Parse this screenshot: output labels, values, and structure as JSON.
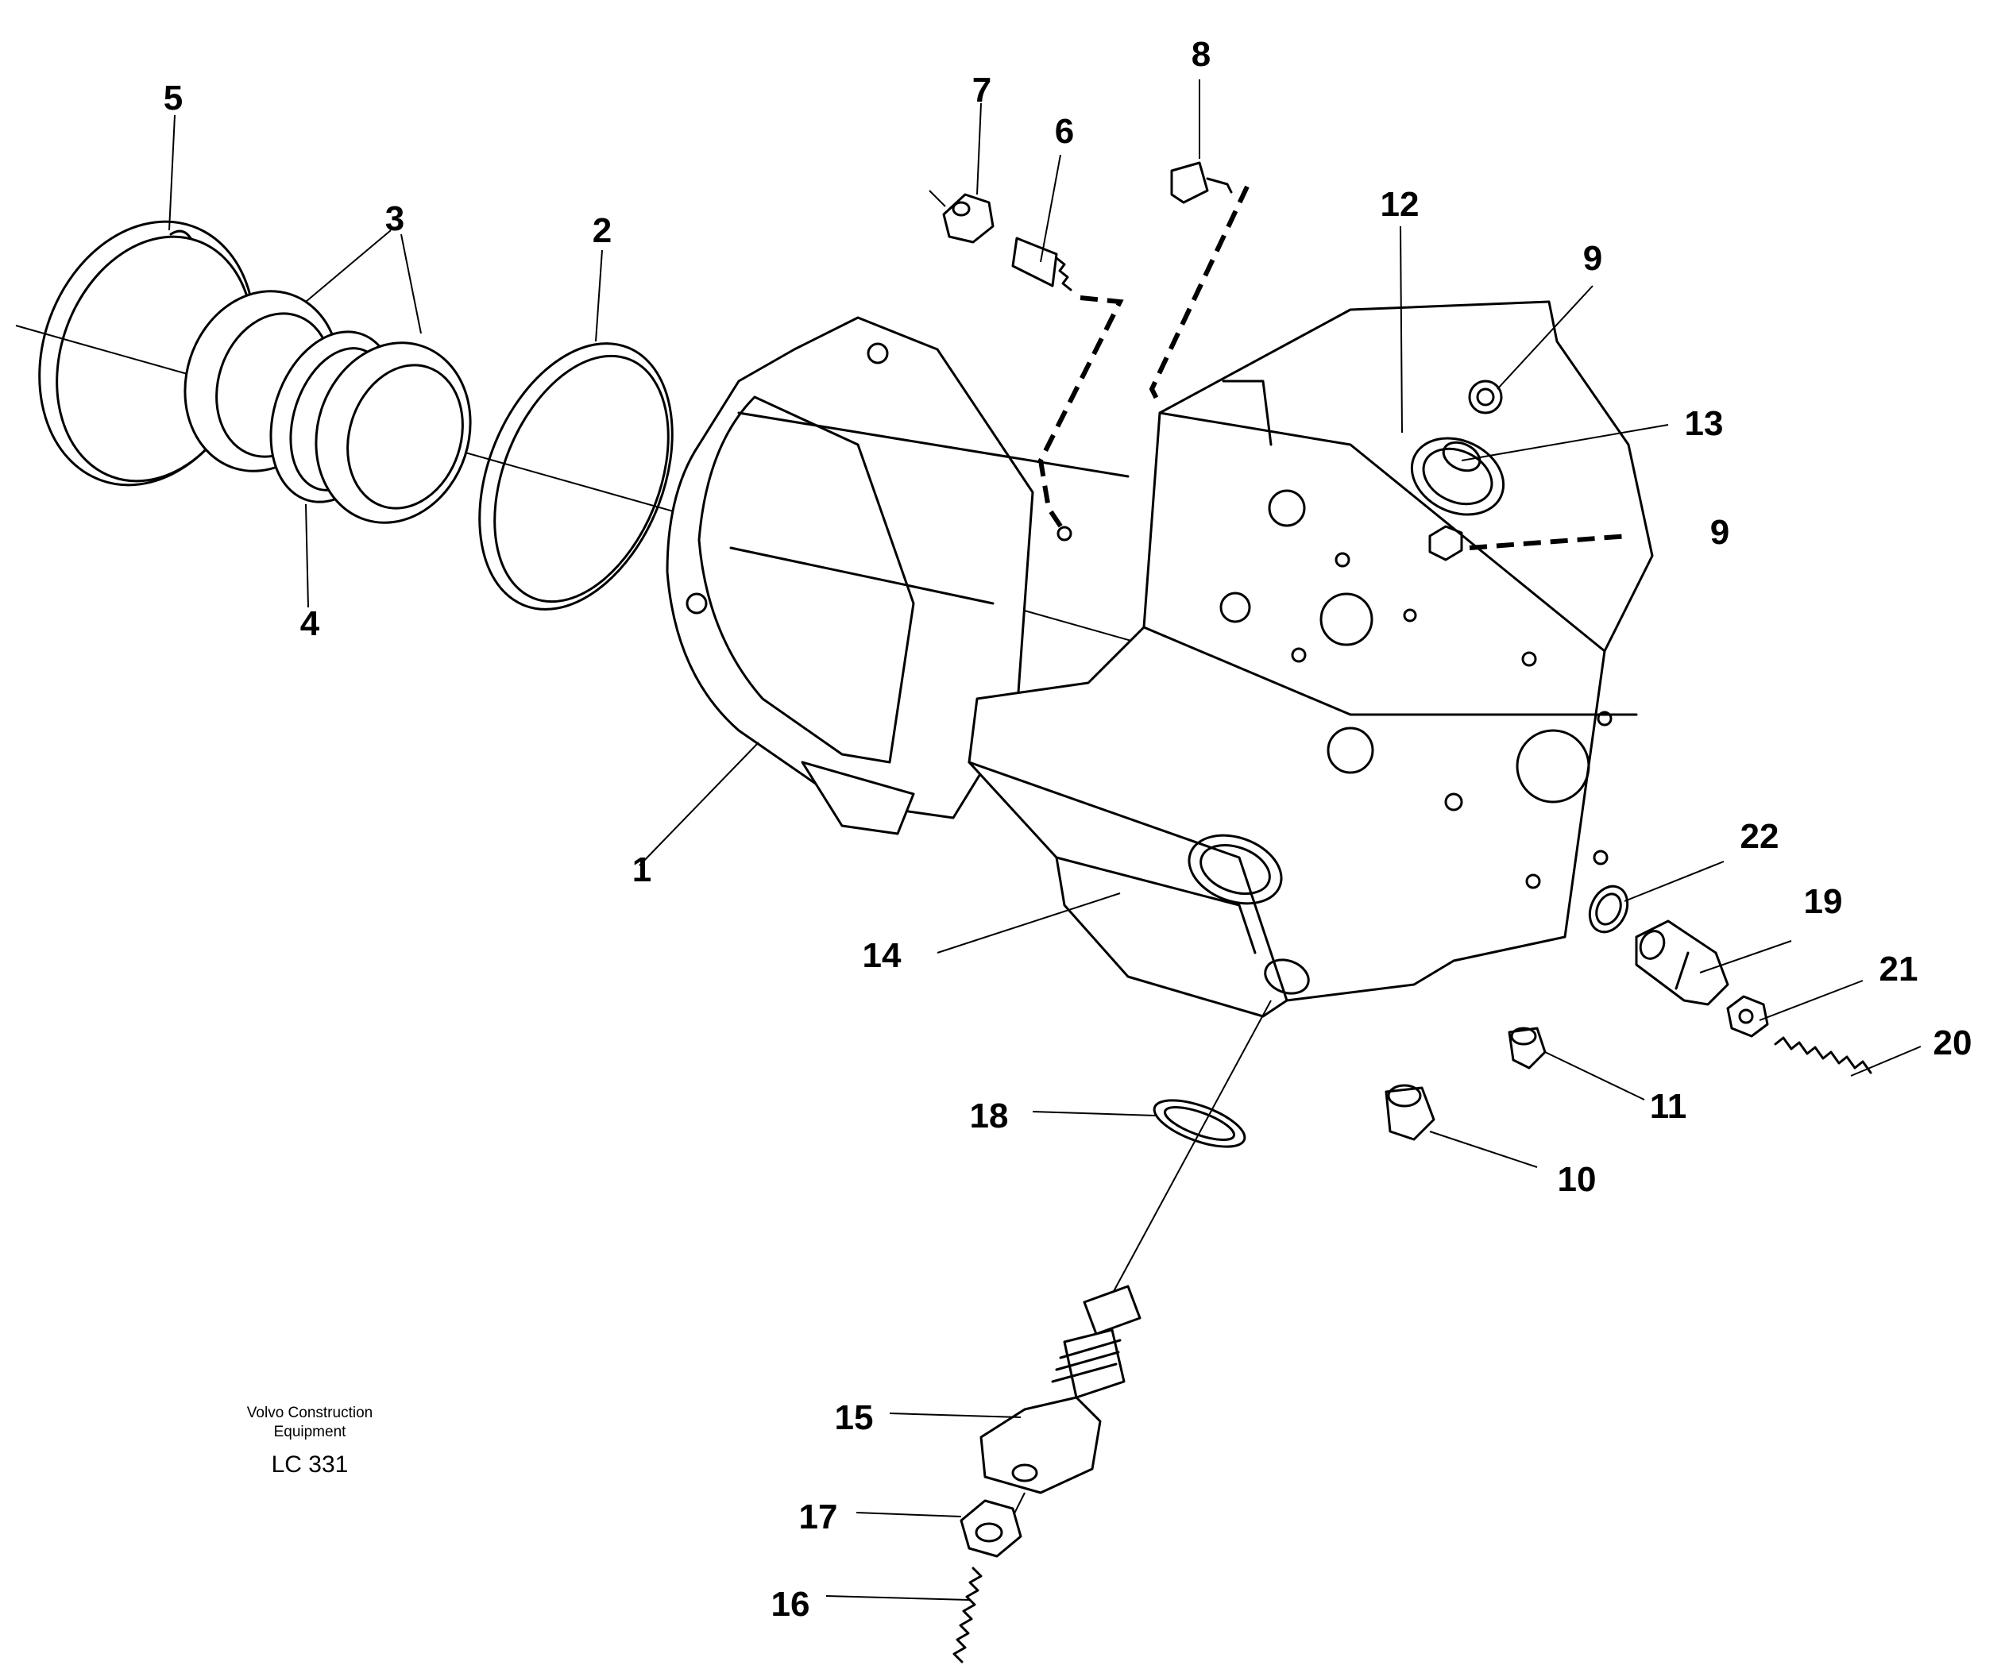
{
  "callouts": [
    "1",
    "2",
    "3",
    "4",
    "5",
    "6",
    "7",
    "8",
    "9",
    "9",
    "10",
    "11",
    "12",
    "13",
    "14",
    "15",
    "16",
    "17",
    "18",
    "19",
    "20",
    "21",
    "22"
  ],
  "caption": {
    "line1": "Volvo Construction",
    "line2": "Equipment",
    "code": "LC 331"
  }
}
